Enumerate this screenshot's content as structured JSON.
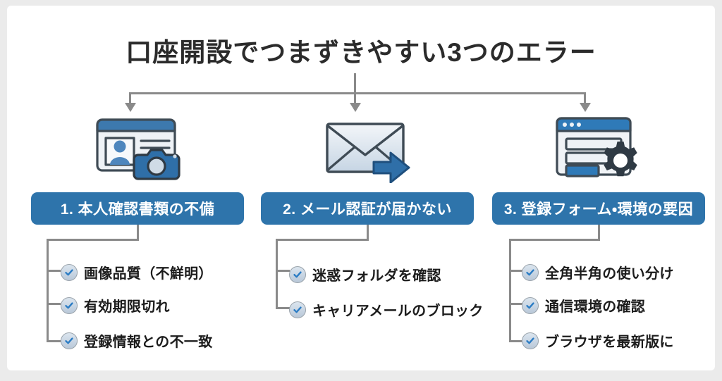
{
  "title": "口座開設でつまずきやすい3つのエラー",
  "colors": {
    "box_blue": "#2e74ab",
    "connector_gray": "#8a8a8a",
    "text_dark": "#1c1c1c",
    "check_blue": "#2b7cc4",
    "page_background": "#ebebeb",
    "card_background": "#ffffff"
  },
  "columns": [
    {
      "icon_name": "id-card-camera-icon",
      "box_label": "1. 本人確認書類の不備",
      "items": [
        "画像品質（不鮮明）",
        "有効期限切れ",
        "登録情報との不一致"
      ]
    },
    {
      "icon_name": "envelope-arrow-icon",
      "box_label": "2. メール認証が届かない",
      "items": [
        "迷惑フォルダを確認",
        "キャリアメールのブロック"
      ]
    },
    {
      "icon_name": "browser-form-gear-icon",
      "box_label": "3. 登録フォーム・環境の要因",
      "items": [
        "全角半角の使い分け",
        "通信環境の確認",
        "ブラウザを最新版に"
      ]
    }
  ]
}
